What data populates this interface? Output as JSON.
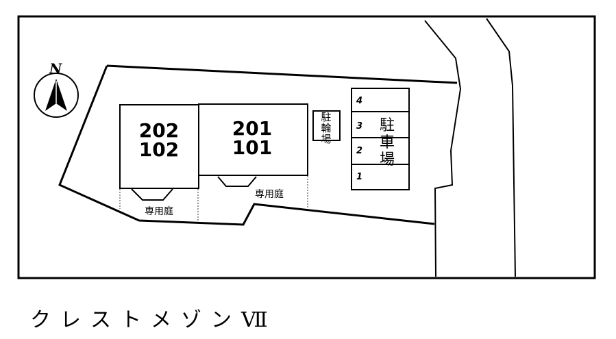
{
  "property_name": "クレストメゾンⅦ",
  "compass": {
    "label": "N",
    "icon": "north-arrow-icon"
  },
  "buildings": [
    {
      "upper": "202",
      "lower": "102"
    },
    {
      "upper": "201",
      "lower": "101"
    }
  ],
  "private_garden_label": "専用庭",
  "bicycle_parking": {
    "chars": [
      "駐",
      "輪",
      "場"
    ]
  },
  "car_parking": {
    "chars": [
      "駐",
      "車",
      "場"
    ],
    "spaces": [
      "4",
      "3",
      "2",
      "1"
    ]
  },
  "colors": {
    "line": "#000000",
    "background": "#ffffff",
    "dotted": "#555555"
  }
}
